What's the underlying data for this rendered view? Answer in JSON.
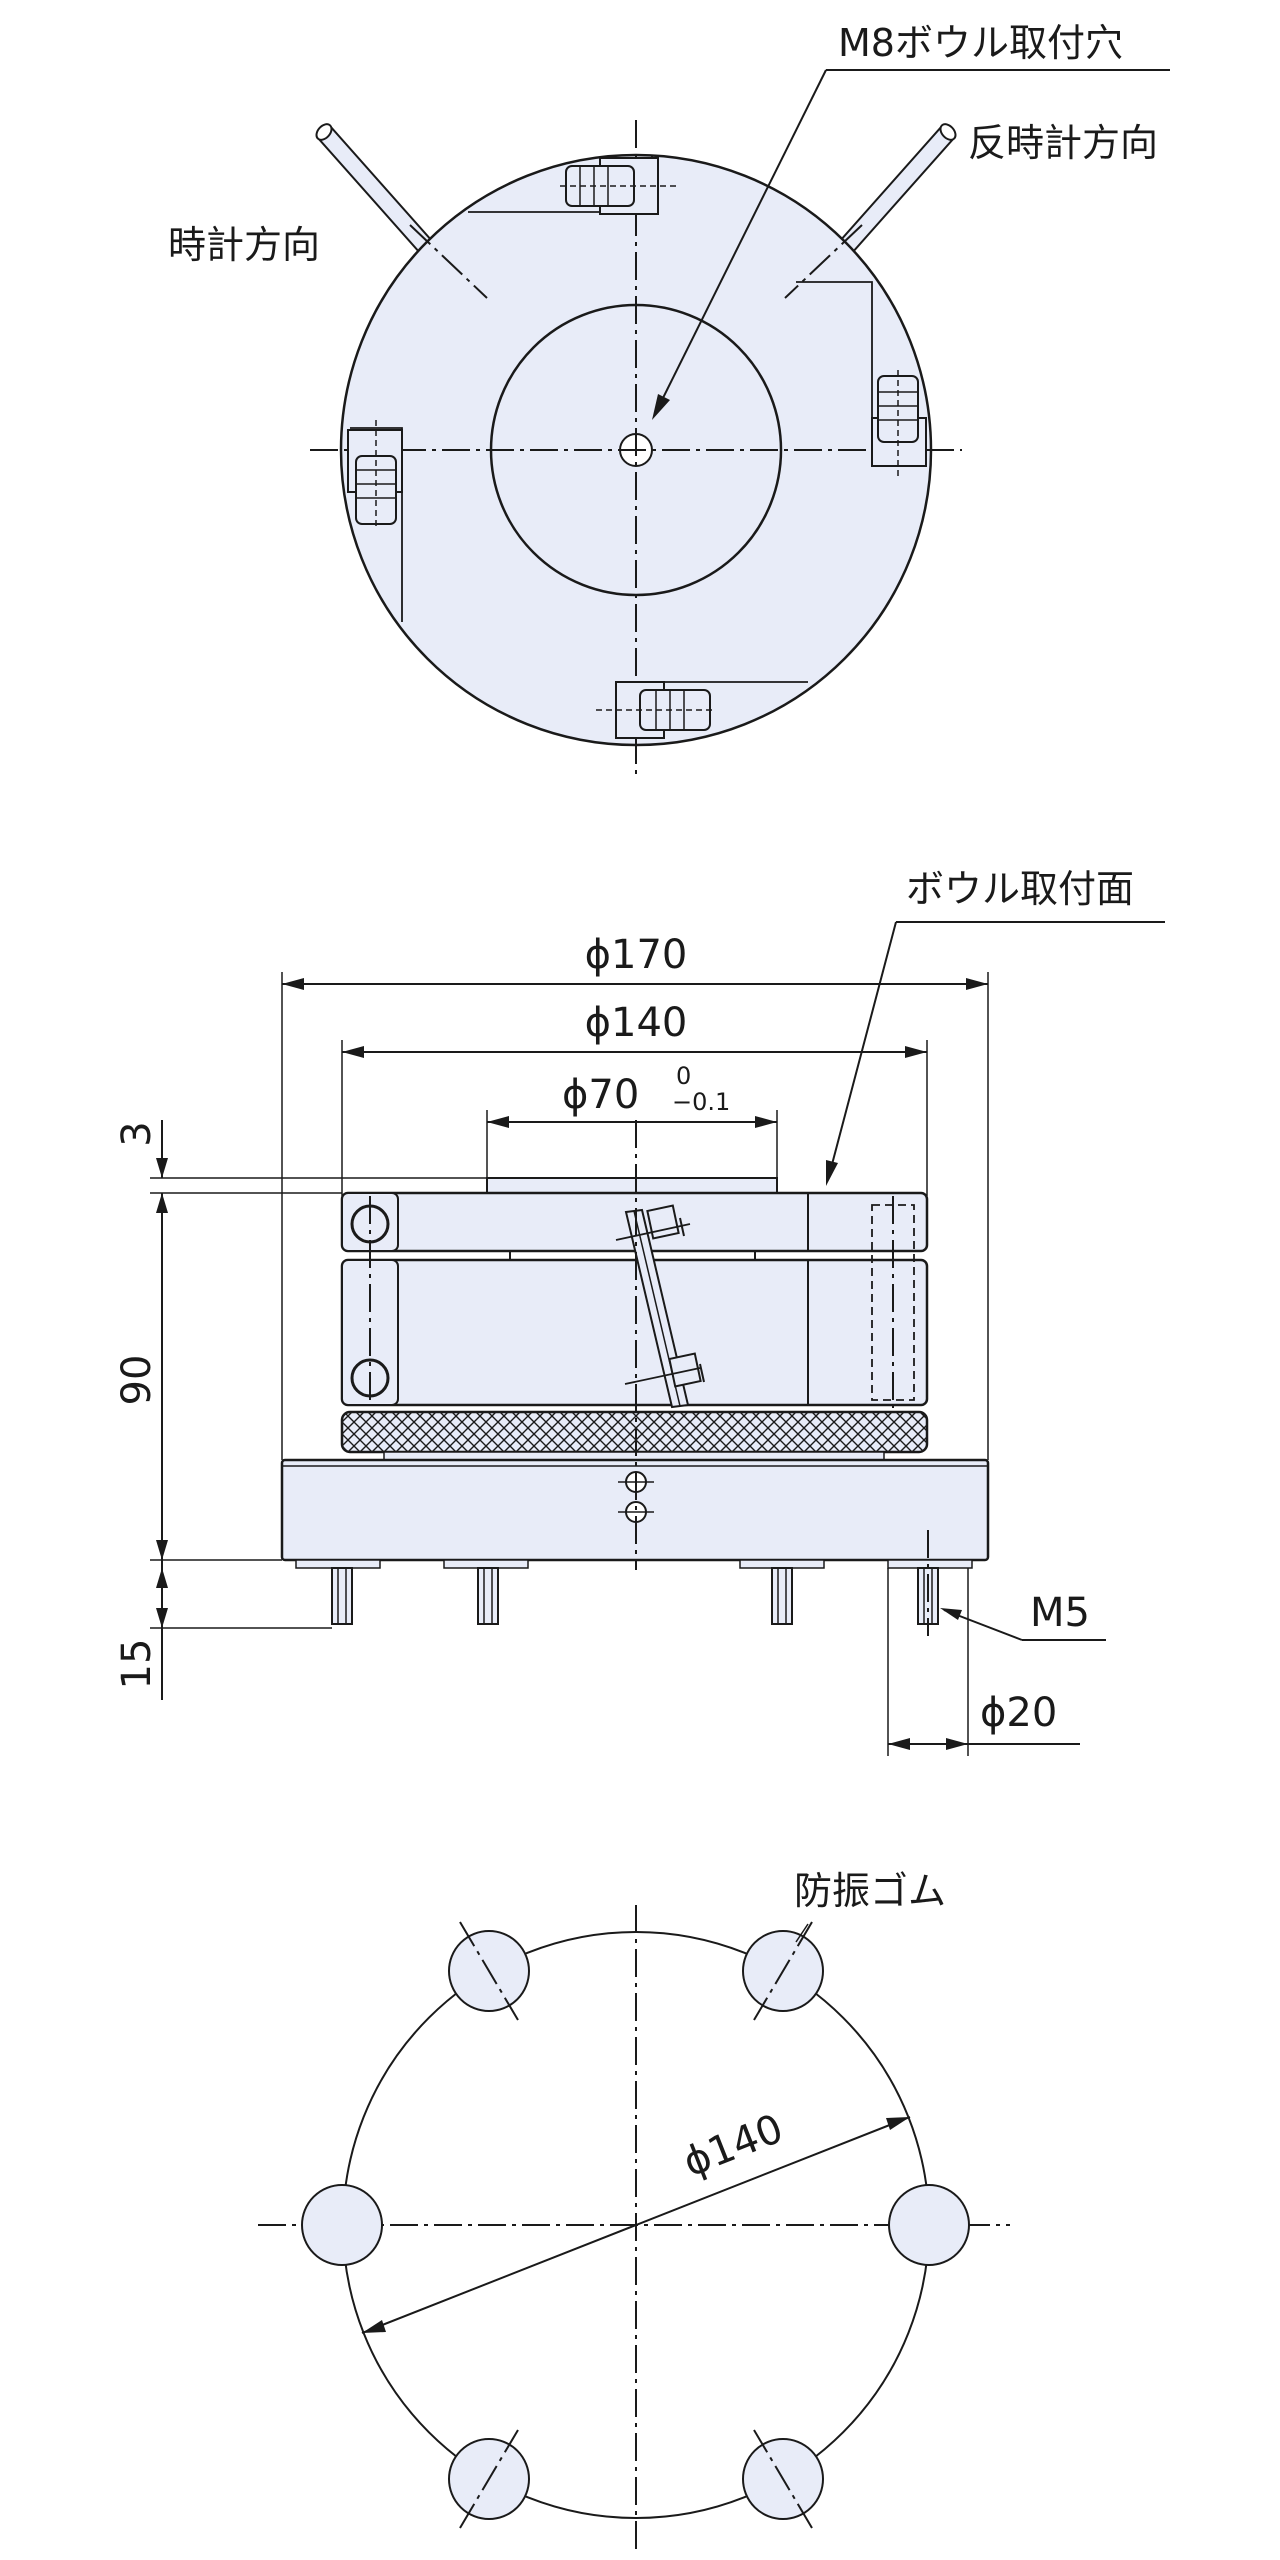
{
  "colors": {
    "part_fill": "#e8ecf8",
    "line": "#1a1a1a"
  },
  "top_view": {
    "bowl_hole_label": "M8ボウル取付穴",
    "cw_label": "時計方向",
    "ccw_label": "反時計方向"
  },
  "side_view": {
    "bowl_surface_label": "ボウル取付面",
    "dia_outer": "ϕ170",
    "dia_mid": "ϕ140",
    "dia_top": "ϕ70",
    "tol_upper": "0",
    "tol_lower": "−0.1",
    "dim_3": "3",
    "dim_90": "90",
    "dim_15": "15",
    "thread": "M5",
    "foot_dia": "ϕ20"
  },
  "bottom_view": {
    "rubber_label": "防振ゴム",
    "pcd": "ϕ140"
  }
}
